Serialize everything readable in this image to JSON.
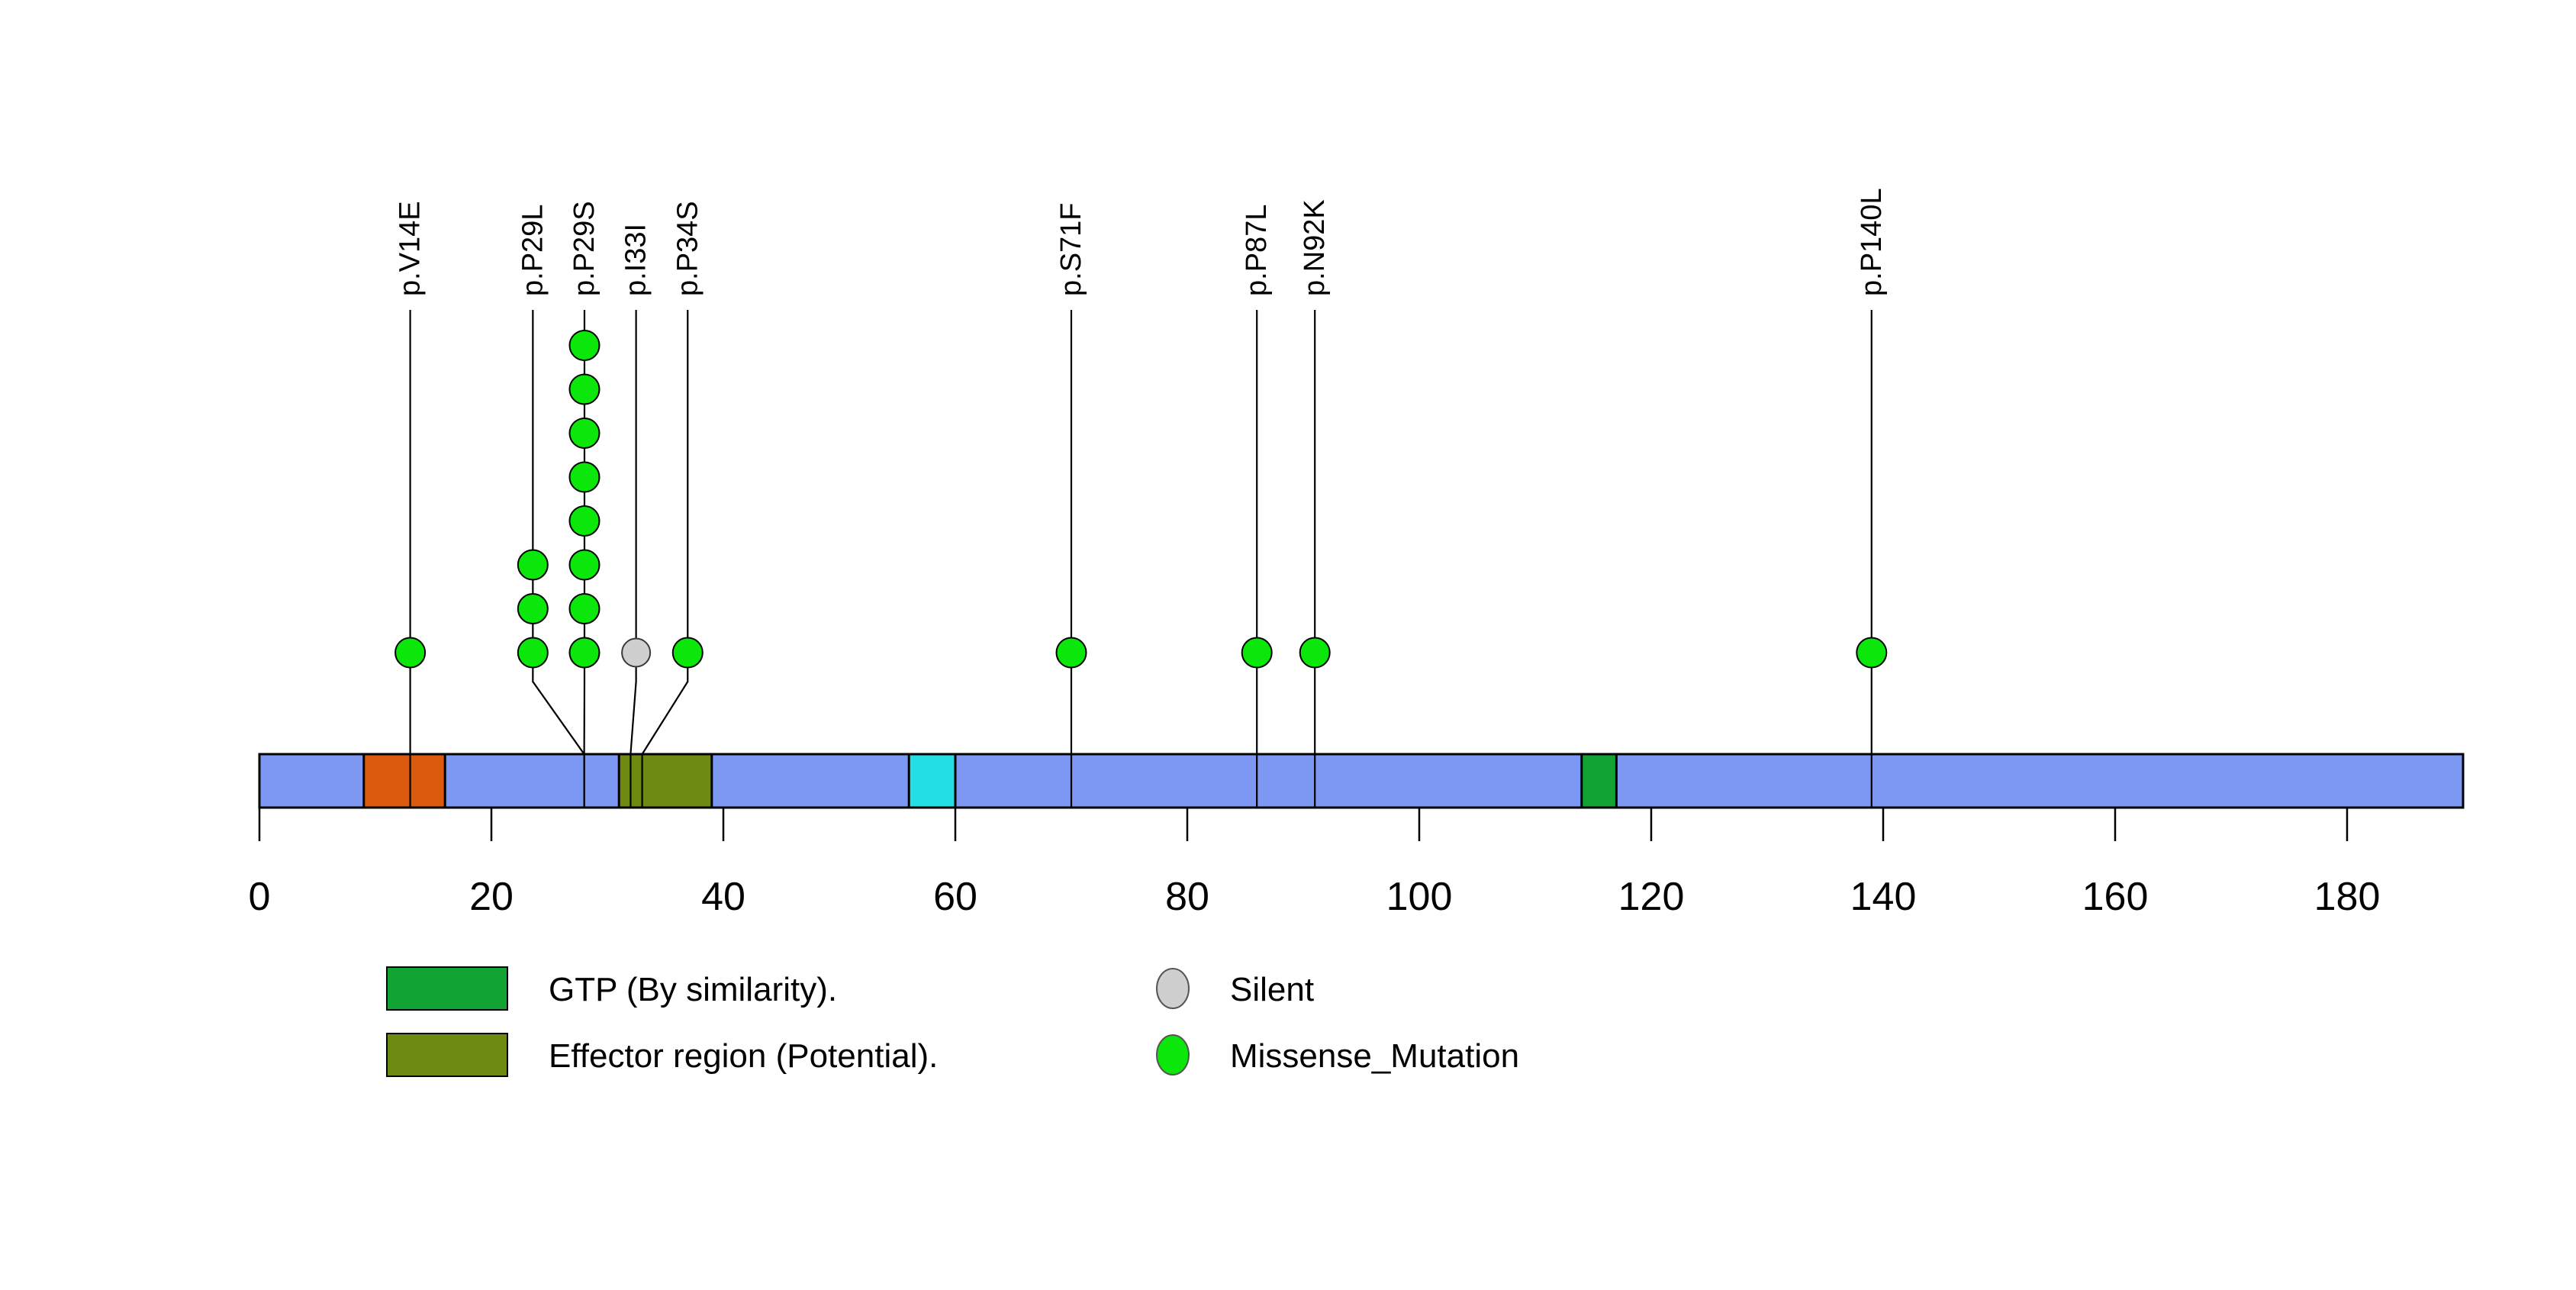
{
  "page": {
    "background": "#ffffff"
  },
  "chart_data": {
    "type": "lollipop",
    "title": "",
    "xlabel": "",
    "ylabel": "",
    "x_axis": {
      "min": 0,
      "max": 190,
      "tick_labels": [
        "0",
        "20",
        "40",
        "60",
        "80",
        "100",
        "120",
        "140",
        "160",
        "180"
      ],
      "grid": false
    },
    "protein": {
      "length": 190,
      "bar_color": "#7D98F2",
      "border_color": "#000000"
    },
    "domains": [
      {
        "label": "",
        "start": 10,
        "end": 16,
        "color": "#DC5A0E"
      },
      {
        "label": "Effector region (Potential).",
        "start": 32,
        "end": 39,
        "color": "#6C8B10"
      },
      {
        "label": "",
        "start": 57,
        "end": 60,
        "color": "#23DEE2"
      },
      {
        "label": "GTP (By similarity).",
        "start": 115,
        "end": 117,
        "color": "#12A433"
      }
    ],
    "mutation_types": {
      "Missense_Mutation": "#0BE60B",
      "Silent": "#CFCFCF"
    },
    "mutations": [
      {
        "label": "p.V14E",
        "position": 14,
        "count": 1,
        "type": "Missense_Mutation"
      },
      {
        "label": "p.P29L",
        "position": 29,
        "count": 3,
        "type": "Missense_Mutation"
      },
      {
        "label": "p.P29S",
        "position": 29,
        "count": 8,
        "type": "Missense_Mutation"
      },
      {
        "label": "p.I33I",
        "position": 33,
        "count": 1,
        "type": "Silent"
      },
      {
        "label": "p.P34S",
        "position": 34,
        "count": 1,
        "type": "Missense_Mutation"
      },
      {
        "label": "p.S71F",
        "position": 71,
        "count": 1,
        "type": "Missense_Mutation"
      },
      {
        "label": "p.P87L",
        "position": 87,
        "count": 1,
        "type": "Missense_Mutation"
      },
      {
        "label": "p.N92K",
        "position": 92,
        "count": 1,
        "type": "Missense_Mutation"
      },
      {
        "label": "p.P140L",
        "position": 140,
        "count": 1,
        "type": "Missense_Mutation"
      }
    ],
    "legend": {
      "position": "bottom",
      "domain_entries": [
        {
          "label": "GTP (By similarity).",
          "color": "#12A433"
        },
        {
          "label": "Effector region (Potential).",
          "color": "#6C8B10"
        }
      ],
      "mutation_entries": [
        {
          "label": "Silent",
          "color": "#CFCFCF"
        },
        {
          "label": "Missense_Mutation",
          "color": "#0BE60B"
        }
      ]
    }
  }
}
